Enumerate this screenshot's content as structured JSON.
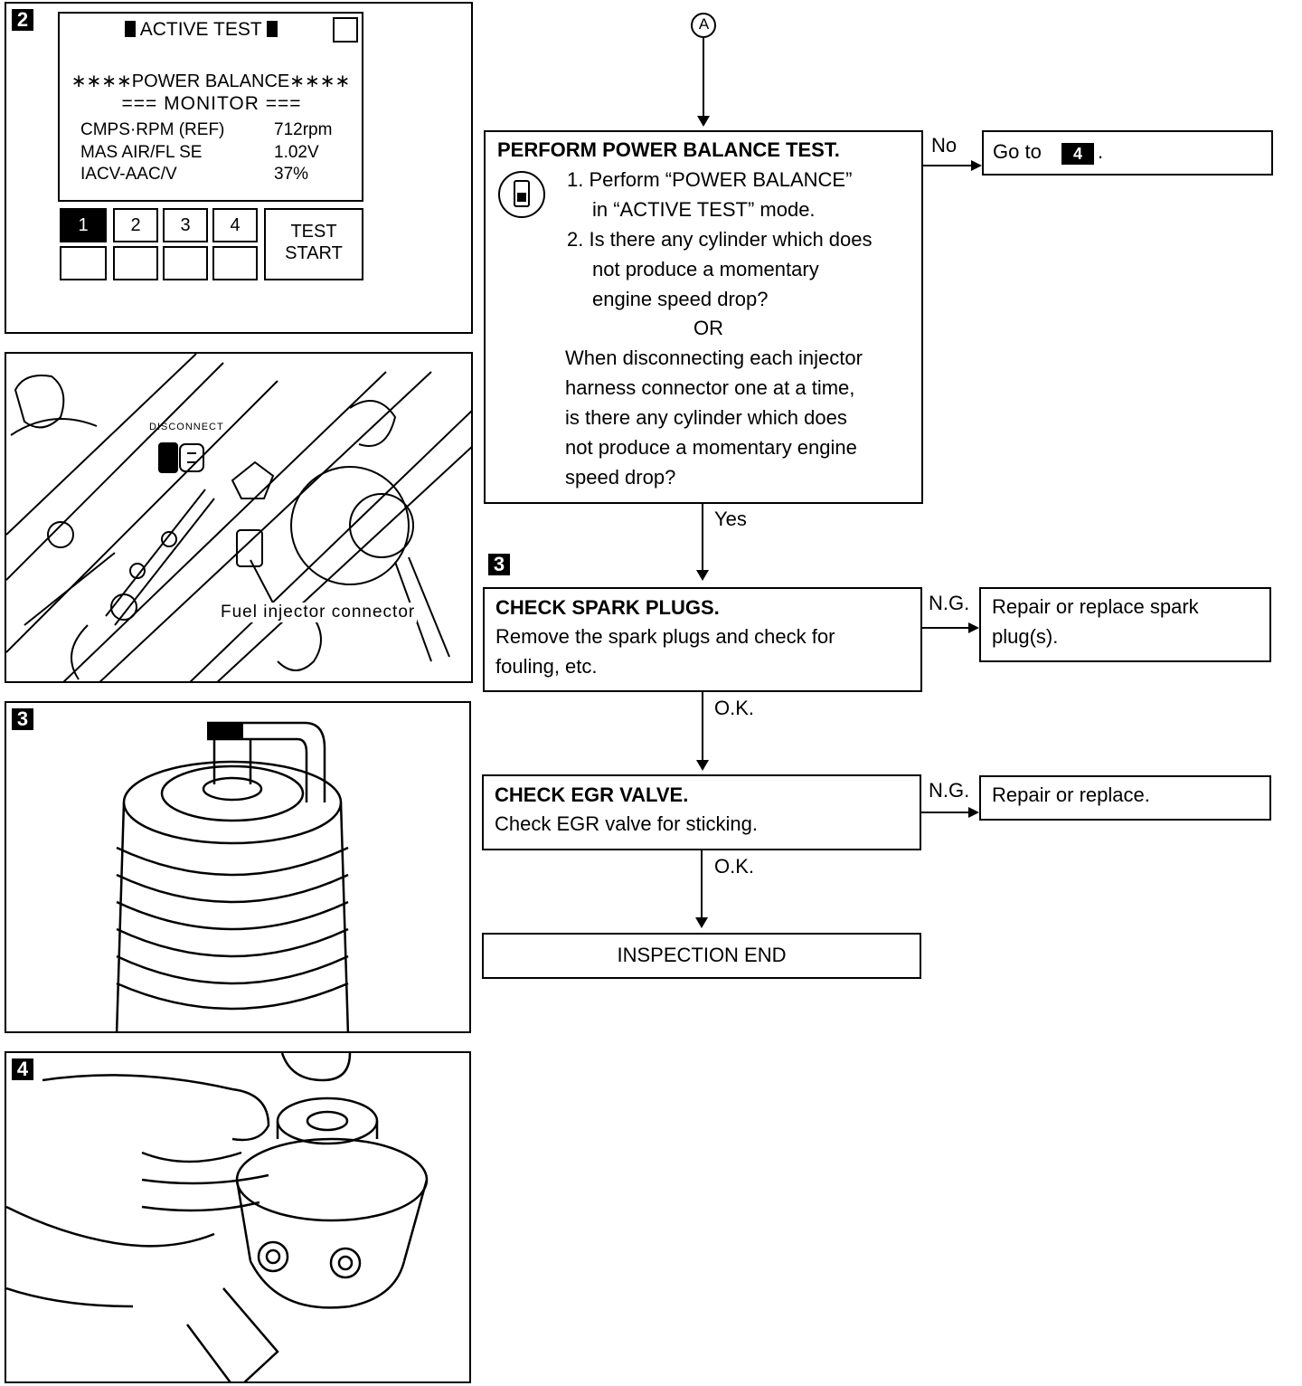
{
  "figures": {
    "fig2": {
      "badge": "2",
      "screen_title": "ACTIVE TEST",
      "line1": "∗∗∗∗POWER BALANCE∗∗∗∗",
      "line2": "=== MONITOR ===",
      "rows": [
        {
          "label": "CMPS·RPM (REF)",
          "value": "712rpm"
        },
        {
          "label": "MAS AIR/FL SE",
          "value": "1.02V"
        },
        {
          "label": "IACV-AAC/V",
          "value": "37%"
        }
      ],
      "keys": [
        "1",
        "2",
        "3",
        "4"
      ],
      "test_start": [
        "TEST",
        "START"
      ]
    },
    "fig_injector": {
      "disconnect": "DISCONNECT",
      "caption": "Fuel injector connector"
    },
    "fig3": {
      "badge": "3"
    },
    "fig4": {
      "badge": "4"
    }
  },
  "flow": {
    "connector": "A",
    "step_power": {
      "title": "PERFORM POWER BALANCE TEST.",
      "item1": [
        "1. Perform “POWER BALANCE”",
        "in “ACTIVE TEST” mode."
      ],
      "item2": [
        "2. Is there any cylinder which does",
        "not produce a momentary",
        "engine speed drop?"
      ],
      "or": "OR",
      "alt": [
        "When disconnecting each injector",
        "harness connector one at a time,",
        "is there any cylinder which does",
        "not produce a momentary engine",
        "speed drop?"
      ]
    },
    "no_label": "No",
    "goto": {
      "text": "Go to",
      "step": "4",
      "end": "."
    },
    "yes_label": "Yes",
    "step3_badge": "3",
    "step_spark": {
      "title": "CHECK SPARK PLUGS.",
      "lines": [
        "Remove the spark plugs and check for",
        "fouling, etc."
      ]
    },
    "ng1": "N.G.",
    "repair_spark": [
      "Repair or replace spark",
      "plug(s)."
    ],
    "ok1": "O.K.",
    "step_egr": {
      "title": "CHECK EGR VALVE.",
      "lines": [
        "Check EGR valve for sticking."
      ]
    },
    "ng2": "N.G.",
    "repair_egr": "Repair or replace.",
    "ok2": "O.K.",
    "end": "INSPECTION END"
  }
}
